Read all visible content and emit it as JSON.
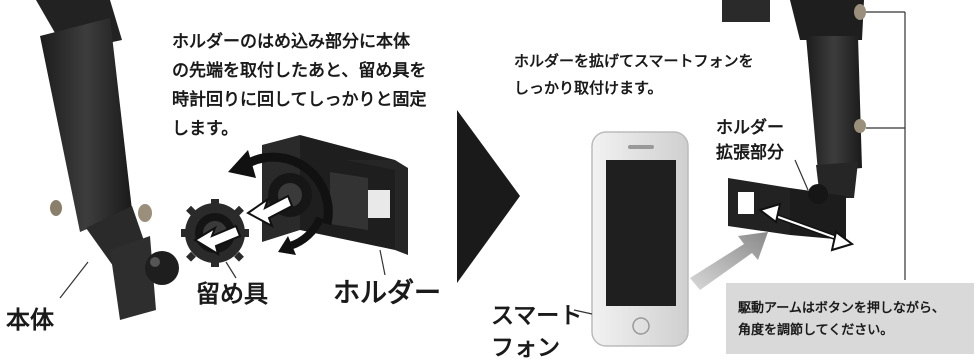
{
  "step1": {
    "instruction_lines": [
      "ホルダーのはめ込み部分に本体",
      "の先端を取付したあと、留め具を",
      "時計回りに回してしっかりと固定",
      "します。"
    ],
    "labels": {
      "body": "本体",
      "clip": "留め具",
      "holder": "ホルダー"
    }
  },
  "step2": {
    "instruction_lines": [
      "ホルダーを拡げてスマートフォンを",
      "しっかり取付けます。"
    ],
    "labels": {
      "holder_extension": [
        "ホルダー",
        "拡張部分"
      ],
      "smartphone": [
        "スマート",
        "フォン"
      ]
    },
    "note_lines": [
      "駆動アームはボタンを押しながら、",
      "角度を調節してください。"
    ]
  },
  "colors": {
    "product": "#2b2b2b",
    "product_light": "#4a4a4a",
    "knob": "#9a8f7a",
    "arrow_grey": "#a8a8a8",
    "separator": "#1a1a1a",
    "note_bg": "#d9d9d9",
    "phone_screen": "#1f1f1f"
  },
  "icons": [
    "rotate-clockwise-arrow",
    "insert-arrow",
    "extend-double-arrow",
    "step-forward-triangle"
  ]
}
